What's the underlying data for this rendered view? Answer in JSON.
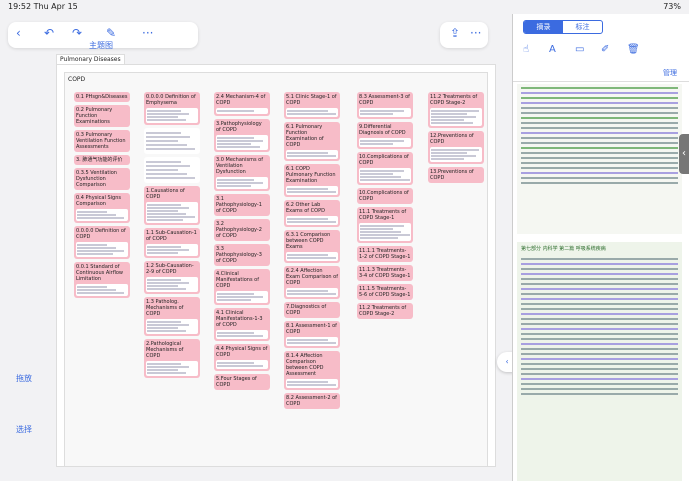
{
  "status": {
    "time": "19:52",
    "date": "Thu Apr 15",
    "battery": "73%"
  },
  "toolbar": {
    "back": "‹",
    "undo": "↶",
    "redo": "↷",
    "pen": "✎",
    "more": "···"
  },
  "toolbar_right": {
    "share": "⇪",
    "more": "···"
  },
  "topic_label": "主题图",
  "tag": "Pulmonary Diseases",
  "root": "COPD",
  "columns": [
    [
      {
        "title": "0.1 PHsgn&Diseases",
        "lines": 0
      },
      {
        "title": "0.2 Pulmonary Function Examinations",
        "lines": 0
      },
      {
        "title": "0.3 Pulmonary Ventilation Function Assessments",
        "lines": 0
      },
      {
        "title": "3. 肺通气功能的评价",
        "lines": 0
      },
      {
        "title": "0.3.5 Ventilation Dysfunction Comparison",
        "lines": 0
      },
      {
        "title": "0.4 Physical Signs Comparison",
        "lines": 3
      },
      {
        "title": "0.0.0.0 Definition of COPD",
        "lines": 4
      },
      {
        "title": "0.0.1 Standard of Continuous Airflow Limitation",
        "lines": 3
      }
    ],
    [
      {
        "title": "0.0.0.0 Definition of Emphysema",
        "lines": 4
      },
      {
        "title": "",
        "lines": 5
      },
      {
        "title": "",
        "lines": 5
      },
      {
        "title": "1.Causations of COPD",
        "lines": 6
      },
      {
        "title": "1.1 Sub-Causation-1 of COPD",
        "lines": 3
      },
      {
        "title": "1.2 Sub-Causation-2-9 of COPD",
        "lines": 4
      },
      {
        "title": "1.3 Patholog. Mechanisms of COPD",
        "lines": 4
      },
      {
        "title": "2.Pathological Mechanisms of COPD",
        "lines": 4
      }
    ],
    [
      {
        "title": "2.4 Mechanism-4 of COPD",
        "lines": 1
      },
      {
        "title": "3.Pathophysiology of COPD",
        "lines": 4
      },
      {
        "title": "3.0 Mechanisms of Ventilation Dysfunction",
        "lines": 3
      },
      {
        "title": "3.1 Pathophysiology-1 of COPD",
        "lines": 0
      },
      {
        "title": "3.2 Pathophysiology-2 of COPD",
        "lines": 0
      },
      {
        "title": "3.3 Pathophysiology-3 of COPD",
        "lines": 0
      },
      {
        "title": "4.Clinical Manifestations of COPD",
        "lines": 3
      },
      {
        "title": "4.1 Clinical Manifestations-1-3 of COPD",
        "lines": 2
      },
      {
        "title": "4.4 Physical Signs of COPD",
        "lines": 2
      },
      {
        "title": "5.Four Stages of COPD",
        "lines": 0
      }
    ],
    [
      {
        "title": "5.1 Clinic Stage-1 of COPD",
        "lines": 2
      },
      {
        "title": "6.1 Pulmonary Function Examination of COPD",
        "lines": 2
      },
      {
        "title": "6.1 COPD Pulmonary Function Examination",
        "lines": 2
      },
      {
        "title": "6.2 Other Lab Exams of COPD",
        "lines": 2
      },
      {
        "title": "6.3.1 Comparison between COPD Exams",
        "lines": 2
      },
      {
        "title": "6.2.4 Affection Exam Comparison of COPD",
        "lines": 2
      },
      {
        "title": "7.Diagnostics of COPD",
        "lines": 0
      },
      {
        "title": "8.1 Assessment-1 of COPD",
        "lines": 2
      },
      {
        "title": "8.1.4 Affection Comparison between COPD Assessment",
        "lines": 2
      },
      {
        "title": "8.2 Assessment-2 of COPD",
        "lines": 0
      }
    ],
    [
      {
        "title": "8.3 Assessment-3 of COPD",
        "lines": 2
      },
      {
        "title": "9.Differential Diagnosis of COPD",
        "lines": 2
      },
      {
        "title": "10.Complications of COPD",
        "lines": 4
      },
      {
        "title": "10.Complications of COPD",
        "lines": 0
      },
      {
        "title": "11.1 Treatments of COPD Stage-1",
        "lines": 5
      },
      {
        "title": "11.1.1 Treatments-1-2 of COPD Stage-1",
        "lines": 0
      },
      {
        "title": "11.1.3 Treatments-3-4 of COPD Stage-1",
        "lines": 0
      },
      {
        "title": "11.1.5 Treatments-5-6 of COPD Stage-1",
        "lines": 0
      },
      {
        "title": "11.2 Treatments of COPD Stage-2",
        "lines": 0
      }
    ],
    [
      {
        "title": "11.2 Treatments of COPD Stage-2",
        "lines": 5
      },
      {
        "title": "12.Preventions of COPD",
        "lines": 4
      },
      {
        "title": "13.Preventions of COPD",
        "lines": 0
      }
    ]
  ],
  "side": {
    "zoom_label": "拖放",
    "select_label": "选择"
  },
  "handle": "‹ ›",
  "right": {
    "tabs": [
      "摘录",
      "标注"
    ],
    "manage": "管理",
    "icons": [
      "hand-icon",
      "text-icon",
      "rect-icon",
      "pen-icon",
      "trash-icon"
    ],
    "page2_header": "第七部分 内科学 第二篇 呼吸系统疾病"
  }
}
